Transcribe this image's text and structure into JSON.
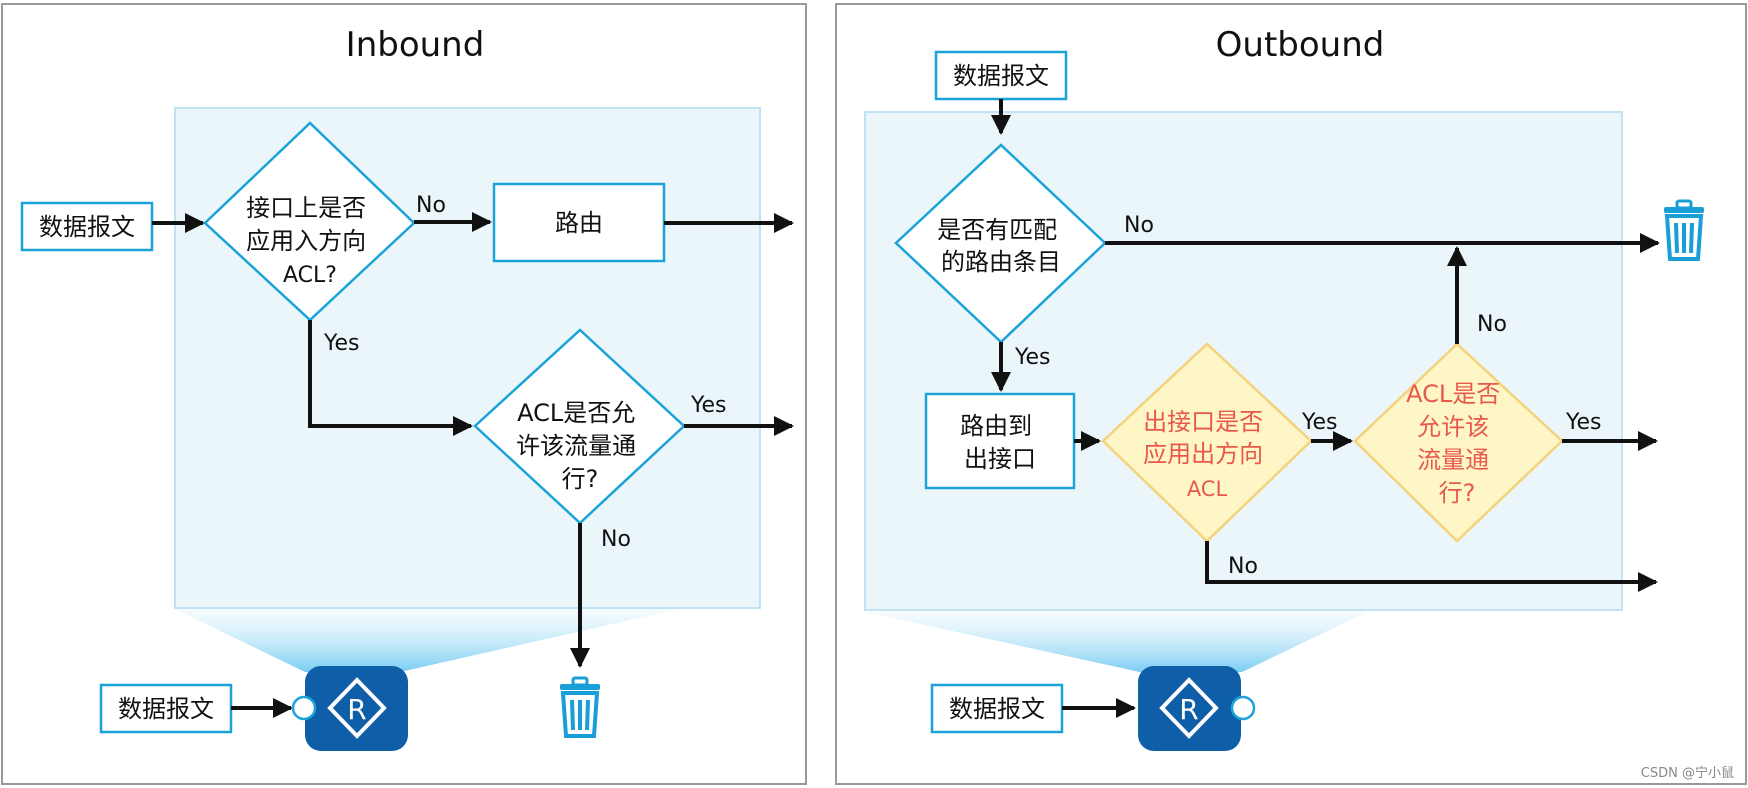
{
  "inbound": {
    "title": "Inbound",
    "packet_label": "数据报文",
    "decision_acl_applied": [
      "接口上是否",
      "应用入方向",
      "ACL?"
    ],
    "route_label": "路由",
    "decision_acl_permit": [
      "ACL是否允",
      "许该流量通",
      "行?"
    ],
    "edge_no_1": "No",
    "edge_yes_1": "Yes",
    "edge_yes_2": "Yes",
    "edge_no_2": "No",
    "router_packet_label": "数据报文",
    "router_icon": "router-icon",
    "discard_icon": "trash-icon"
  },
  "outbound": {
    "title": "Outbound",
    "packet_label": "数据报文",
    "decision_route_match": [
      "是否有匹配",
      "的路由条目"
    ],
    "edge_no_1": "No",
    "edge_yes_1": "Yes",
    "route_to_intf": [
      "路由到",
      "出接口"
    ],
    "decision_acl_applied": [
      "出接口是否",
      "应用出方向",
      "ACL"
    ],
    "edge_yes_2": "Yes",
    "decision_acl_permit": [
      "ACL是否",
      "允许该",
      "流量通",
      "行?"
    ],
    "edge_no_2": "No",
    "edge_yes_3": "Yes",
    "edge_no_3": "No",
    "router_packet_label": "数据报文",
    "router_icon": "router-icon",
    "discard_icon": "trash-icon"
  },
  "watermark": "CSDN @宁小鼠",
  "colors": {
    "box_border": "#1aa3d9",
    "zone_fill": "#ebf6fb",
    "zone_border": "#bfe3f2",
    "highlight_fill": "#fff6c8",
    "highlight_border": "#f5d27a",
    "highlight_text": "#e8594c",
    "router_fill": "#0f5fa8",
    "trash": "#1a9ed8"
  }
}
